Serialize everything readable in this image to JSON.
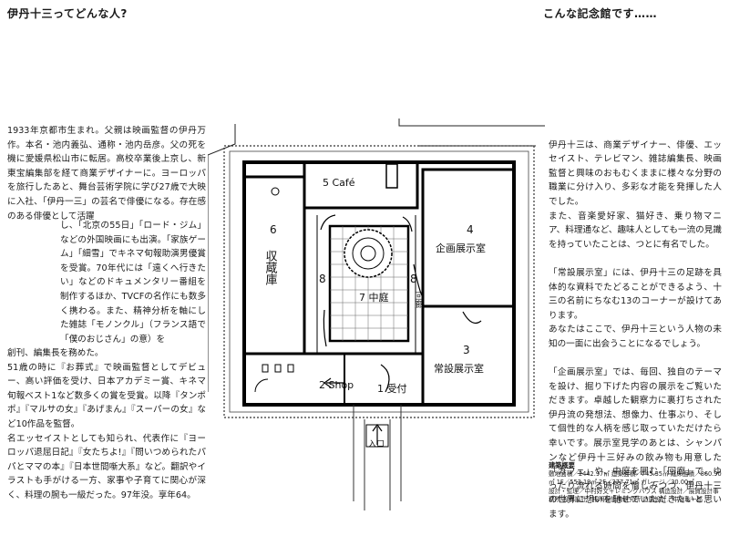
{
  "headings": {
    "left": "伊丹十三ってどんな人?",
    "right": "こんな記念館です……"
  },
  "bio": {
    "top": "1933年京都市生まれ。父親は映画監督の伊丹万作。本名・池内義弘、通称・池内岳彦。父の死を機に愛媛県松山市に転居。高校卒業後上京し、新東宝編集部を経て商業デザイナーに。ヨーロッパを旅行したあと、舞台芸術学院に学び27歳で大映に入社、「伊丹一三」の芸名で俳優になる。存在感のある俳優として活躍",
    "middle": "し、「北京の55日」「ロード・ジム」などの外国映画にも出演。「家族ゲーム」「細雪」でキネマ旬報助演男優賞を受賞。70年代には「遠くへ行きたい」などのドキュメンタリー番組を制作するほか、TVCFの名作にも数多く携わる。また、精神分析を軸にした雑誌「モノンクル」（フランス語で「僕のおじさん」の意）を",
    "bottom": "創刊、編集長を務めた。\n51歳の時に『お葬式』で映画監督としてデビュー、高い評価を受け、日本アカデミー賞、キネマ旬報ベスト1など数多くの賞を受賞。以降『タンポポ』『マルサの女』『あげまん』『スーパーの女』など10作品を監督。\n名エッセイストとしても知られ、代表作に『ヨーロッパ退屈日記』『女たちよ!』『問いつめられたパパとママの本』『日本世間噺大系』など。翻訳やイラストも手がける一方、家事や子育てに関心が深く、料理の腕も一級だった。97年没。享年64。"
  },
  "about": {
    "p1": "伊丹十三は、商業デザイナー、俳優、エッセイスト、テレビマン、雑誌編集長、映画監督と興味のおもむくままに様々な分野の職業に分け入り、多彩な才能を発揮した人でした。\nまた、音楽愛好家、猫好き、乗り物マニア、料理通など、趣味人としても一流の見識を持っていたことは、つとに有名でした。",
    "p2": "「常設展示室」には、伊丹十三の足跡を具体的な資料でたどることができるよう、十三の名前にちなむ13のコーナーが設けてあります。\nあなたはここで、伊丹十三という人物の未知の一面に出会うことになるでしょう。",
    "p3": "「企画展示室」では、毎回、独自のテーマを設け、掘り下げた内容の展示をご覧いただきます。卓越した観察力に裏打ちされた伊丹流の発想法、想像力、仕事ぶり、そして個性的な人柄を感じ取っていただけたら幸いです。展示室見学のあとは、シャンパンなど伊丹十三好みの飲み物も用意した「カフェ」や、中庭を囲む「回廊」で、ゆったり流れる時間を愉しみつつ、伊丹十三の世界に想いを馳せていただきたいと思います。"
  },
  "spec": {
    "title": "建築概要",
    "lines": [
      "敷地面積／2442.97㎡ 建築面積／745.35㎡ 延床面積／860.90㎡ 1F／553.19㎡ 2F／277.71㎡ ガレージ／30.00㎡",
      "設計・監理／中村好文＋レミングハウス 構造設計／展賀設計事務所 設備設計／桐明野設備研究所 造園設計／中谷耿一郎"
    ]
  },
  "floorplan": {
    "rooms": {
      "cafe": "5 Café",
      "storage_num": "6",
      "storage_name": "収蔵庫",
      "planning_num": "4",
      "planning_name": "企画展示室",
      "courtyard": "7 中庭",
      "corridor_left": "8",
      "corridor_right_num": "8",
      "corridor_right_name": "回廊",
      "permanent_num": "3",
      "permanent_name": "常設展示室",
      "shop": "2 Shop",
      "reception": "1 受付",
      "entrance": "入口"
    }
  }
}
